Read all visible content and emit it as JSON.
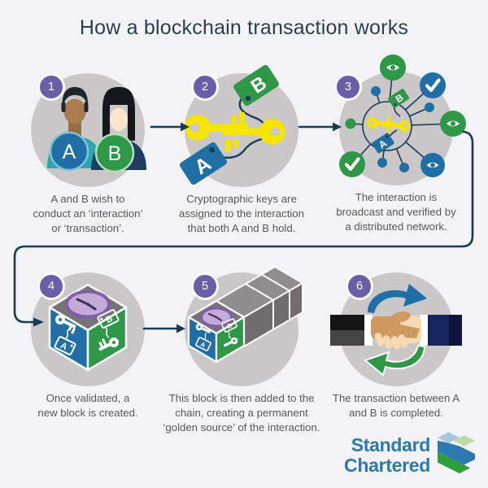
{
  "title": "How a blockchain transaction works",
  "steps": [
    {
      "num": "1",
      "caption": "A and B wish to\nconduct an ‘interaction’\nor ‘transaction’.",
      "labels": {
        "a": "A",
        "b": "B"
      }
    },
    {
      "num": "2",
      "caption": "Cryptographic keys are\nassigned to the interaction\nthat both A and B hold.",
      "labels": {
        "a": "A",
        "b": "B"
      }
    },
    {
      "num": "3",
      "caption": "The interaction is\nbroadcast and verified by\na distributed network.",
      "labels": {
        "a": "A",
        "b": "B"
      }
    },
    {
      "num": "4",
      "caption": "Once validated, a\nnew block is created.",
      "labels": {
        "a": "A",
        "b": "B"
      }
    },
    {
      "num": "5",
      "caption": "This block is then added to the\nchain, creating a permanent\n‘golden source’ of the interaction.",
      "labels": {
        "a": "A",
        "b": "B"
      }
    },
    {
      "num": "6",
      "caption": "The transaction between A\nand B is completed."
    }
  ],
  "logo": {
    "line1": "Standard",
    "line2": "Chartered"
  },
  "colors": {
    "background": "#f3f3f5",
    "circle_gray": "#c9c7c8",
    "badge_purple": "#6a5ea8",
    "navy": "#1b3a54",
    "blue": "#1f6fa6",
    "green": "#2e9748",
    "key_yellow": "#f5e300",
    "clock_lavender": "#c3aad8",
    "clock_purple": "#7e5fa8",
    "caption_gray": "#58595b",
    "title_navy": "#2d3e50",
    "sc_blue": "#2b79ae",
    "sc_green": "#2f9e3f"
  },
  "icons": {
    "step1": "people-icon",
    "step2": "key-icon, tag-icon",
    "step3": "network-icon, eye-icon, check-icon",
    "step4": "cube-block-icon, clock-icon",
    "step5": "blockchain-beam-icon",
    "step6": "handshake-icon, curved-arrow-icon",
    "brand": "sc-trustmark-icon"
  }
}
